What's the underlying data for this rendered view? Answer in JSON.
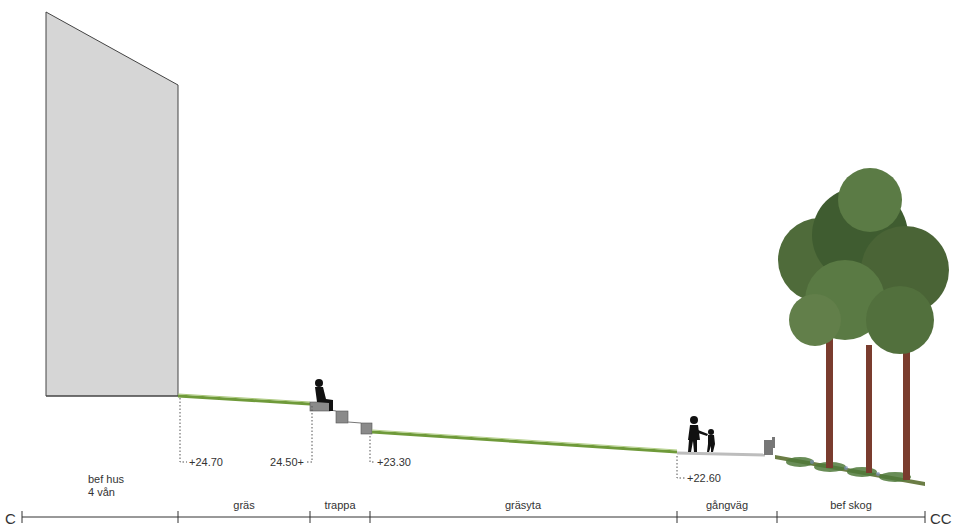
{
  "diagram": {
    "labels": [
      "+24.70",
      "24.50+",
      "+23.30",
      "+22.60",
      "bef hus 4 vån",
      "gräs",
      "trappa",
      "gräsyta",
      "gångväg",
      "bef skog",
      "C",
      "CC"
    ]
  }
}
